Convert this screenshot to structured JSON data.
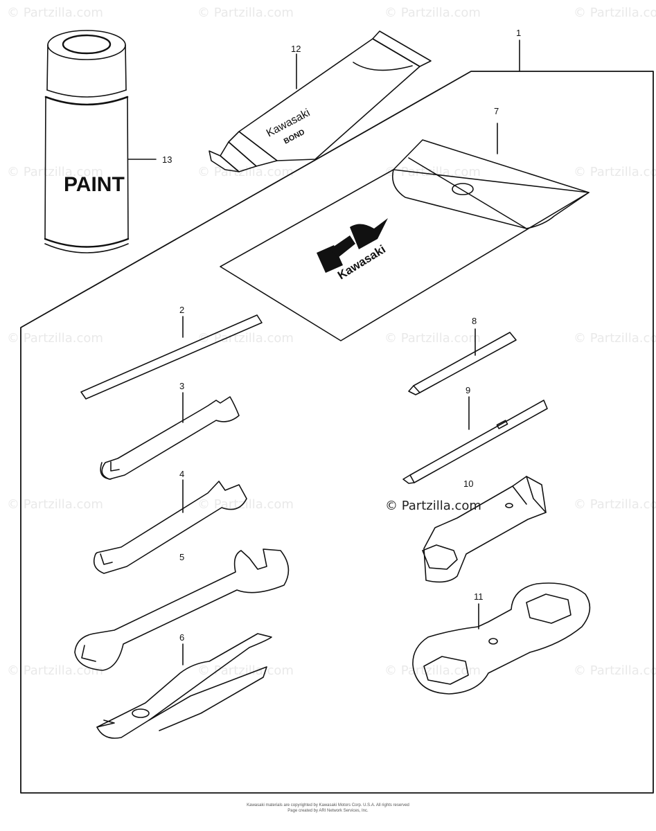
{
  "watermark": "© Partzilla.com",
  "center_watermark": "© Partzilla.com",
  "callouts": [
    "1",
    "2",
    "3",
    "4",
    "5",
    "6",
    "7",
    "8",
    "9",
    "10",
    "11",
    "12",
    "13"
  ],
  "labels": {
    "paint": "PAINT",
    "bond_brand": "Kawasaki",
    "bond_word": "BOND",
    "pouch_brand": "Kawasaki"
  },
  "footer": {
    "line1": "Kawasaki materials are copyrighted by Kawasaki Motors Corp. U.S.A. All rights reserved",
    "line2": "Page created by ARI Network Services, Inc."
  }
}
